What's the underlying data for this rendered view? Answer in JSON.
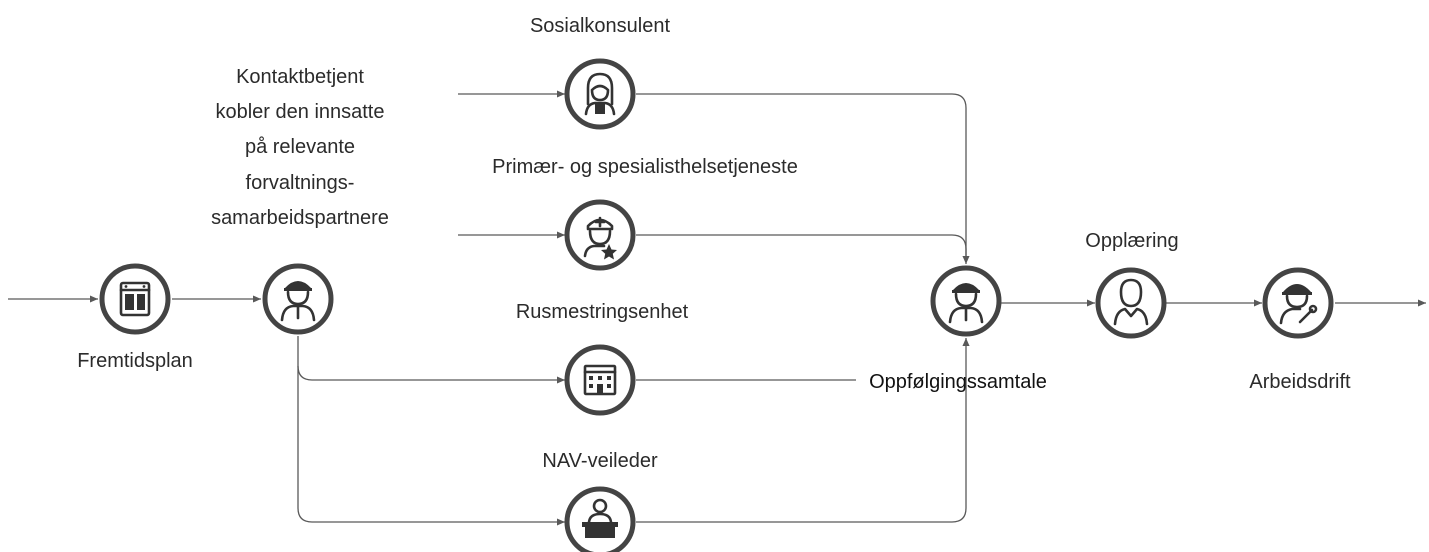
{
  "diagram": {
    "nodes": {
      "fremtidsplan": {
        "label": "Fremtidsplan",
        "icon": "plan-document-icon"
      },
      "kontaktbetjent": {
        "label_lines": [
          "Kontaktbetjent",
          "kobler den innsatte",
          "på relevante",
          "forvaltnings-",
          "samarbeidspartnere"
        ],
        "icon": "officer-icon"
      },
      "sosialkonsulent": {
        "label": "Sosialkonsulent",
        "icon": "woman-icon"
      },
      "helsetjeneste": {
        "label": "Primær- og spesialisthelsetjeneste",
        "icon": "nurse-icon"
      },
      "rusmestring": {
        "label": "Rusmestringsenhet",
        "icon": "building-icon"
      },
      "nav": {
        "label": "NAV-veileder",
        "icon": "counselor-desk-icon"
      },
      "oppfolging": {
        "label": "Oppfølgingssamtale",
        "icon": "officer-icon"
      },
      "opplaering": {
        "label": "Opplæring",
        "icon": "person-outline-icon"
      },
      "arbeidsdrift": {
        "label": "Arbeidsdrift",
        "icon": "worker-wrench-icon"
      }
    },
    "colors": {
      "line": "#595959",
      "ring": "#444444",
      "icon": "#333333",
      "text": "#2b2b2b"
    }
  }
}
